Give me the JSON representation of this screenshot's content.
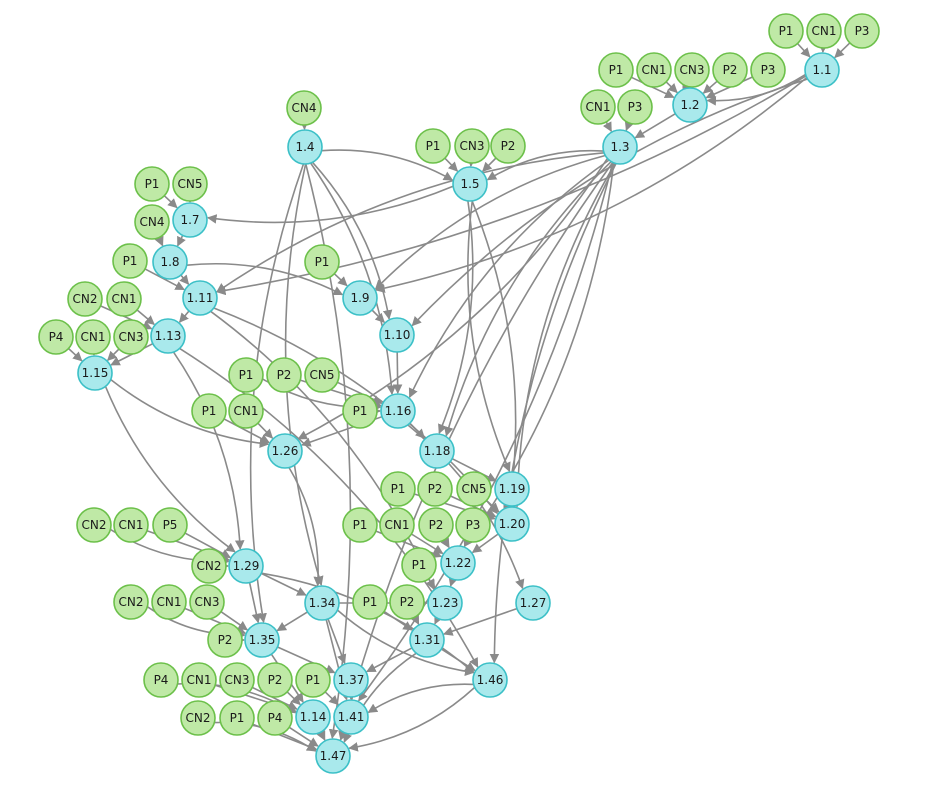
{
  "colors": {
    "step_fill": "#a9e9ec",
    "step_stroke": "#3cc0c7",
    "input_fill": "#bfe9a6",
    "input_stroke": "#6cc04a",
    "edge": "#8a8a8a"
  },
  "step_nodes": [
    {
      "id": "1.1",
      "label": "1.1"
    },
    {
      "id": "1.2",
      "label": "1.2"
    },
    {
      "id": "1.3",
      "label": "1.3"
    },
    {
      "id": "1.4",
      "label": "1.4"
    },
    {
      "id": "1.5",
      "label": "1.5"
    },
    {
      "id": "1.7",
      "label": "1.7"
    },
    {
      "id": "1.8",
      "label": "1.8"
    },
    {
      "id": "1.9",
      "label": "1.9"
    },
    {
      "id": "1.10",
      "label": "1.10"
    },
    {
      "id": "1.11",
      "label": "1.11"
    },
    {
      "id": "1.13",
      "label": "1.13"
    },
    {
      "id": "1.15",
      "label": "1.15"
    },
    {
      "id": "1.16",
      "label": "1.16"
    },
    {
      "id": "1.26",
      "label": "1.26"
    },
    {
      "id": "1.18",
      "label": "1.18"
    },
    {
      "id": "1.19",
      "label": "1.19"
    },
    {
      "id": "1.20",
      "label": "1.20"
    },
    {
      "id": "1.22",
      "label": "1.22"
    },
    {
      "id": "1.29",
      "label": "1.29"
    },
    {
      "id": "1.34",
      "label": "1.34"
    },
    {
      "id": "1.23",
      "label": "1.23"
    },
    {
      "id": "1.27",
      "label": "1.27"
    },
    {
      "id": "1.35",
      "label": "1.35"
    },
    {
      "id": "1.31",
      "label": "1.31"
    },
    {
      "id": "1.37",
      "label": "1.37"
    },
    {
      "id": "1.46",
      "label": "1.46"
    },
    {
      "id": "1.14",
      "label": "1.14"
    },
    {
      "id": "1.41",
      "label": "1.41"
    },
    {
      "id": "1.47",
      "label": "1.47"
    }
  ],
  "input_nodes": [
    {
      "id": "a1",
      "label": "P1"
    },
    {
      "id": "a2",
      "label": "CN1"
    },
    {
      "id": "a3",
      "label": "P3"
    },
    {
      "id": "b1",
      "label": "P1"
    },
    {
      "id": "b2",
      "label": "CN1"
    },
    {
      "id": "b3",
      "label": "CN3"
    },
    {
      "id": "b4",
      "label": "P2"
    },
    {
      "id": "b5",
      "label": "P3"
    },
    {
      "id": "c1",
      "label": "CN1"
    },
    {
      "id": "c2",
      "label": "P3"
    },
    {
      "id": "d1",
      "label": "CN4"
    },
    {
      "id": "e1",
      "label": "P1"
    },
    {
      "id": "e2",
      "label": "CN3"
    },
    {
      "id": "e3",
      "label": "P2"
    },
    {
      "id": "f1",
      "label": "P1"
    },
    {
      "id": "f2",
      "label": "CN5"
    },
    {
      "id": "g1",
      "label": "CN4"
    },
    {
      "id": "h1",
      "label": "P1"
    },
    {
      "id": "i1",
      "label": "P1"
    },
    {
      "id": "j1",
      "label": "CN2"
    },
    {
      "id": "j2",
      "label": "CN1"
    },
    {
      "id": "k1",
      "label": "P4"
    },
    {
      "id": "k2",
      "label": "CN1"
    },
    {
      "id": "k3",
      "label": "CN3"
    },
    {
      "id": "l1",
      "label": "P1"
    },
    {
      "id": "l2",
      "label": "P2"
    },
    {
      "id": "l3",
      "label": "CN5"
    },
    {
      "id": "l4",
      "label": "P1"
    },
    {
      "id": "m1",
      "label": "P1"
    },
    {
      "id": "m2",
      "label": "CN1"
    },
    {
      "id": "n1",
      "label": "P1"
    },
    {
      "id": "n2",
      "label": "P2"
    },
    {
      "id": "n3",
      "label": "CN5"
    },
    {
      "id": "o1",
      "label": "P1"
    },
    {
      "id": "o2",
      "label": "CN1"
    },
    {
      "id": "o3",
      "label": "P2"
    },
    {
      "id": "o4",
      "label": "P3"
    },
    {
      "id": "p1",
      "label": "P1"
    },
    {
      "id": "q1",
      "label": "CN2"
    },
    {
      "id": "q2",
      "label": "CN1"
    },
    {
      "id": "q3",
      "label": "P5"
    },
    {
      "id": "q4",
      "label": "CN2"
    },
    {
      "id": "r1",
      "label": "P1"
    },
    {
      "id": "r2",
      "label": "P2"
    },
    {
      "id": "s1",
      "label": "CN2"
    },
    {
      "id": "s2",
      "label": "CN1"
    },
    {
      "id": "s3",
      "label": "CN3"
    },
    {
      "id": "s4",
      "label": "P2"
    },
    {
      "id": "t1",
      "label": "P4"
    },
    {
      "id": "t2",
      "label": "CN1"
    },
    {
      "id": "t3",
      "label": "CN3"
    },
    {
      "id": "t4",
      "label": "P2"
    },
    {
      "id": "t5",
      "label": "P1"
    },
    {
      "id": "u1",
      "label": "CN2"
    },
    {
      "id": "u2",
      "label": "P1"
    },
    {
      "id": "u3",
      "label": "P4"
    }
  ],
  "edges": [
    [
      "a1",
      "1.1"
    ],
    [
      "a2",
      "1.1"
    ],
    [
      "a3",
      "1.1"
    ],
    [
      "b1",
      "1.2"
    ],
    [
      "b2",
      "1.2"
    ],
    [
      "b3",
      "1.2"
    ],
    [
      "b4",
      "1.2"
    ],
    [
      "b5",
      "1.2"
    ],
    [
      "1.1",
      "1.2"
    ],
    [
      "c1",
      "1.3"
    ],
    [
      "c2",
      "1.3"
    ],
    [
      "1.2",
      "1.3"
    ],
    [
      "d1",
      "1.4"
    ],
    [
      "e1",
      "1.5"
    ],
    [
      "e2",
      "1.5"
    ],
    [
      "e3",
      "1.5"
    ],
    [
      "1.4",
      "1.5"
    ],
    [
      "1.3",
      "1.5"
    ],
    [
      "f1",
      "1.7"
    ],
    [
      "f2",
      "1.7"
    ],
    [
      "1.5",
      "1.7"
    ],
    [
      "g1",
      "1.8"
    ],
    [
      "1.7",
      "1.8"
    ],
    [
      "h1",
      "1.9"
    ],
    [
      "1.8",
      "1.9"
    ],
    [
      "1.3",
      "1.9"
    ],
    [
      "1.1",
      "1.9"
    ],
    [
      "1.9",
      "1.10"
    ],
    [
      "1.4",
      "1.10"
    ],
    [
      "1.1",
      "1.10"
    ],
    [
      "i1",
      "1.11"
    ],
    [
      "1.8",
      "1.11"
    ],
    [
      "1.1",
      "1.11"
    ],
    [
      "1.3",
      "1.11"
    ],
    [
      "j1",
      "1.13"
    ],
    [
      "j2",
      "1.13"
    ],
    [
      "1.11",
      "1.13"
    ],
    [
      "k1",
      "1.15"
    ],
    [
      "k2",
      "1.15"
    ],
    [
      "k3",
      "1.15"
    ],
    [
      "1.13",
      "1.15"
    ],
    [
      "l1",
      "1.16"
    ],
    [
      "l2",
      "1.16"
    ],
    [
      "l3",
      "1.16"
    ],
    [
      "l4",
      "1.16"
    ],
    [
      "1.10",
      "1.16"
    ],
    [
      "1.4",
      "1.16"
    ],
    [
      "1.3",
      "1.16"
    ],
    [
      "m1",
      "1.26"
    ],
    [
      "m2",
      "1.26"
    ],
    [
      "1.16",
      "1.26"
    ],
    [
      "1.15",
      "1.26"
    ],
    [
      "1.3",
      "1.26"
    ],
    [
      "1.16",
      "1.18"
    ],
    [
      "1.5",
      "1.18"
    ],
    [
      "1.3",
      "1.18"
    ],
    [
      "1.18",
      "1.19"
    ],
    [
      "1.5",
      "1.19"
    ],
    [
      "n1",
      "1.20"
    ],
    [
      "n2",
      "1.20"
    ],
    [
      "n3",
      "1.20"
    ],
    [
      "1.19",
      "1.20"
    ],
    [
      "1.5",
      "1.20"
    ],
    [
      "1.3",
      "1.20"
    ],
    [
      "1.11",
      "1.20"
    ],
    [
      "o1",
      "1.22"
    ],
    [
      "o2",
      "1.22"
    ],
    [
      "o3",
      "1.22"
    ],
    [
      "o4",
      "1.22"
    ],
    [
      "1.20",
      "1.22"
    ],
    [
      "1.3",
      "1.22"
    ],
    [
      "q1",
      "1.29"
    ],
    [
      "q2",
      "1.29"
    ],
    [
      "q3",
      "1.29"
    ],
    [
      "q4",
      "1.29"
    ],
    [
      "1.15",
      "1.29"
    ],
    [
      "1.13",
      "1.29"
    ],
    [
      "1.29",
      "1.34"
    ],
    [
      "1.26",
      "1.34"
    ],
    [
      "1.4",
      "1.34"
    ],
    [
      "p1",
      "1.23"
    ],
    [
      "1.22",
      "1.23"
    ],
    [
      "1.11",
      "1.23"
    ],
    [
      "1.34",
      "1.23"
    ],
    [
      "1.16",
      "1.27"
    ],
    [
      "s1",
      "1.35"
    ],
    [
      "s2",
      "1.35"
    ],
    [
      "s3",
      "1.35"
    ],
    [
      "s4",
      "1.35"
    ],
    [
      "1.29",
      "1.35"
    ],
    [
      "1.34",
      "1.35"
    ],
    [
      "1.4",
      "1.35"
    ],
    [
      "r1",
      "1.31"
    ],
    [
      "r2",
      "1.31"
    ],
    [
      "1.23",
      "1.31"
    ],
    [
      "1.27",
      "1.31"
    ],
    [
      "1.31",
      "1.37"
    ],
    [
      "1.34",
      "1.37"
    ],
    [
      "1.35",
      "1.37"
    ],
    [
      "1.31",
      "1.46"
    ],
    [
      "1.29",
      "1.46"
    ],
    [
      "1.3",
      "1.46"
    ],
    [
      "1.13",
      "1.46"
    ],
    [
      "1.34",
      "1.46"
    ],
    [
      "t1",
      "1.14"
    ],
    [
      "t2",
      "1.14"
    ],
    [
      "t3",
      "1.14"
    ],
    [
      "t4",
      "1.14"
    ],
    [
      "1.35",
      "1.14"
    ],
    [
      "t5",
      "1.41"
    ],
    [
      "1.37",
      "1.41"
    ],
    [
      "1.34",
      "1.41"
    ],
    [
      "1.3",
      "1.41"
    ],
    [
      "1.46",
      "1.41"
    ],
    [
      "u1",
      "1.47"
    ],
    [
      "u2",
      "1.47"
    ],
    [
      "u3",
      "1.47"
    ],
    [
      "1.14",
      "1.47"
    ],
    [
      "1.41",
      "1.47"
    ],
    [
      "1.31",
      "1.47"
    ],
    [
      "1.46",
      "1.47"
    ],
    [
      "1.3",
      "1.47"
    ],
    [
      "1.4",
      "1.47"
    ]
  ]
}
